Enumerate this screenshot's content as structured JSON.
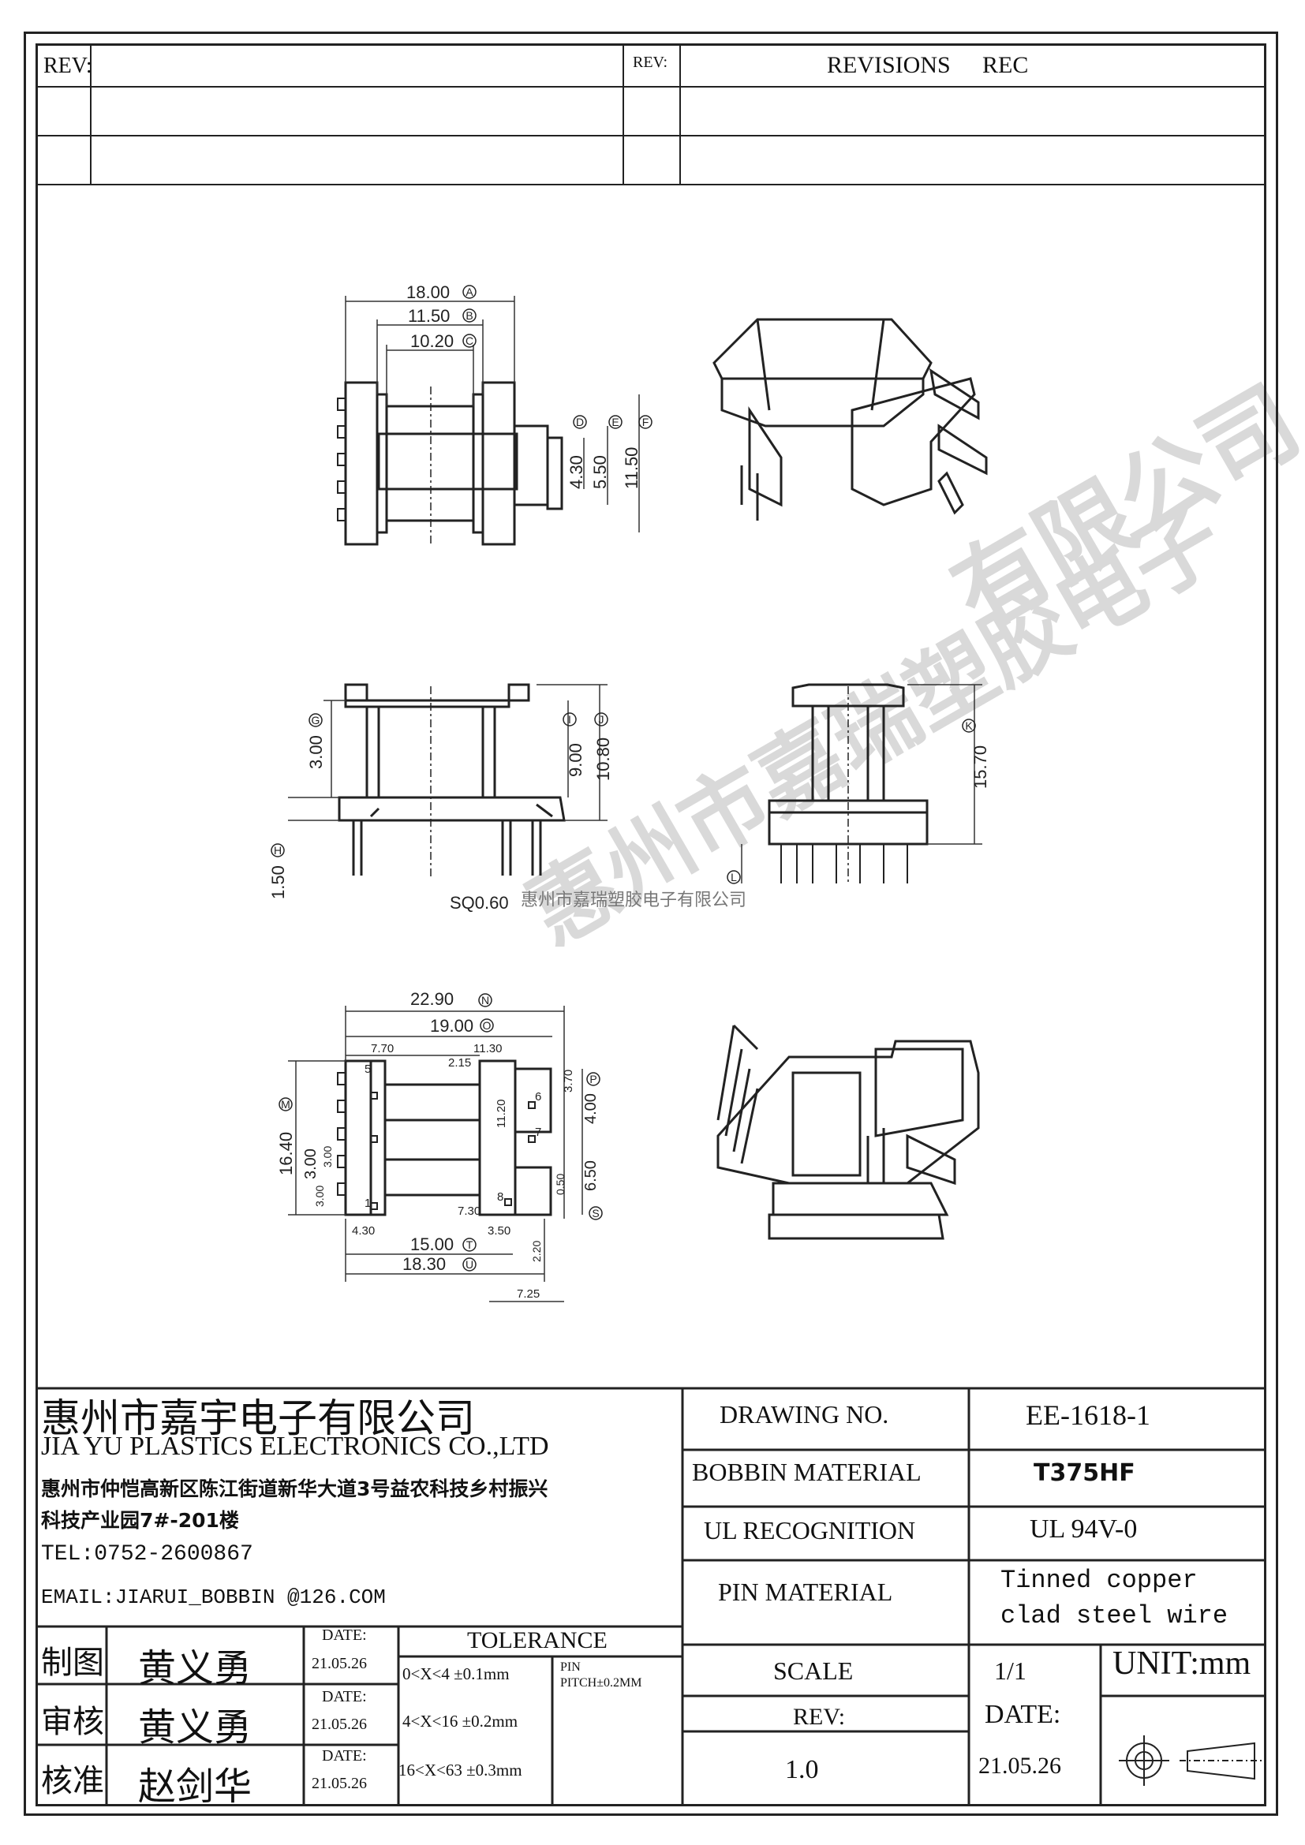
{
  "revision_block": {
    "rev_label_left": "REV:",
    "rev_label_right": "REV:",
    "revisions_header": "REVISIONS",
    "rec_header": "REC"
  },
  "drawings": {
    "top_view": {
      "dim_a": "18.00",
      "dim_b": "11.50",
      "dim_c": "10.20",
      "dim_d": "4.30",
      "dim_e": "5.50",
      "dim_f": "11.50",
      "tag_a": "A",
      "tag_b": "B",
      "tag_c": "C",
      "tag_d": "D",
      "tag_e": "E",
      "tag_f": "F"
    },
    "side_view": {
      "dim_g": "3.00",
      "dim_h": "1.50",
      "dim_i": "9.00",
      "dim_j": "10.80",
      "pin": "SQ0.60",
      "tag_g": "G",
      "tag_h": "H",
      "tag_i": "I",
      "tag_j": "J"
    },
    "front_view": {
      "dim_k": "15.70",
      "dim_l": "",
      "tag_k": "K",
      "tag_l": "L"
    },
    "bottom_view": {
      "dim_n": "22.90",
      "dim_o": "19.00",
      "d_7_70": "7.70",
      "d_11_30": "11.30",
      "d_2_15": "2.15",
      "d_3_70": "3.70",
      "dim_p": "4.00",
      "d_11_20": "11.20",
      "dim_m": "16.40",
      "d_3_00a": "3.00",
      "d_3_00b": "3.00",
      "d_3_00c": "3.00",
      "d_6_50": "6.50",
      "d_0_50": "0.50",
      "d_7_30": "7.30",
      "d_4_30": "4.30",
      "dim_t": "15.00",
      "d_3_50": "3.50",
      "dim_u": "18.30",
      "d_2_20": "2.20",
      "d_7_25": "7.25",
      "tag_m": "M",
      "tag_n": "N",
      "tag_o": "O",
      "tag_p": "P",
      "tag_s": "S",
      "tag_t": "T",
      "tag_u": "U",
      "pins": [
        "5",
        "1",
        "6",
        "7",
        "8"
      ]
    }
  },
  "watermark_center": "惠州市嘉瑞塑胶电子有限公司",
  "title_block": {
    "company_cn": "惠州市嘉宇电子有限公司",
    "company_en": "JIA YU PLASTICS ELECTRONICS CO.,LTD",
    "address_line1": "惠州市仲恺高新区陈江街道新华大道3号益农科技乡村振兴",
    "address_line2": "科技产业园7#-201楼",
    "tel": "TEL:0752-2600867",
    "email": "EMAIL:JIARUI_BOBBIN @126.COM",
    "drawing_no_label": "DRAWING  NO.",
    "drawing_no": "EE-1618-1",
    "bobbin_material_label": "BOBBIN  MATERIAL",
    "bobbin_material": "T375HF",
    "ul_label": "UL RECOGNITION",
    "ul_value": "UL 94V-0",
    "pin_material_label": "PIN MATERIAL",
    "pin_material_line1": "Tinned copper",
    "pin_material_line2": "clad steel wire",
    "scale_label": "SCALE",
    "scale_value": "1/1",
    "unit": "UNIT:mm",
    "rev_label": "REV:",
    "rev_value": "1.0",
    "date_label": "DATE:",
    "date_value": "21.05.26",
    "tolerance_label": "TOLERANCE",
    "tol_rows": [
      "0<X<4  ±0.1mm",
      "4<X<16 ±0.2mm",
      "16<X<63 ±0.3mm"
    ],
    "pin_tol_line1": "PIN",
    "pin_tol_line2": "PITCH±0.2MM",
    "signoffs": [
      {
        "role": "制图",
        "name": "黄义勇",
        "date_label": "DATE:",
        "date": "21.05.26"
      },
      {
        "role": "审核",
        "name": "黄义勇",
        "date_label": "DATE:",
        "date": "21.05.26"
      },
      {
        "role": "核准",
        "name": "赵剑华",
        "date_label": "DATE:",
        "date": "21.05.26"
      }
    ]
  }
}
